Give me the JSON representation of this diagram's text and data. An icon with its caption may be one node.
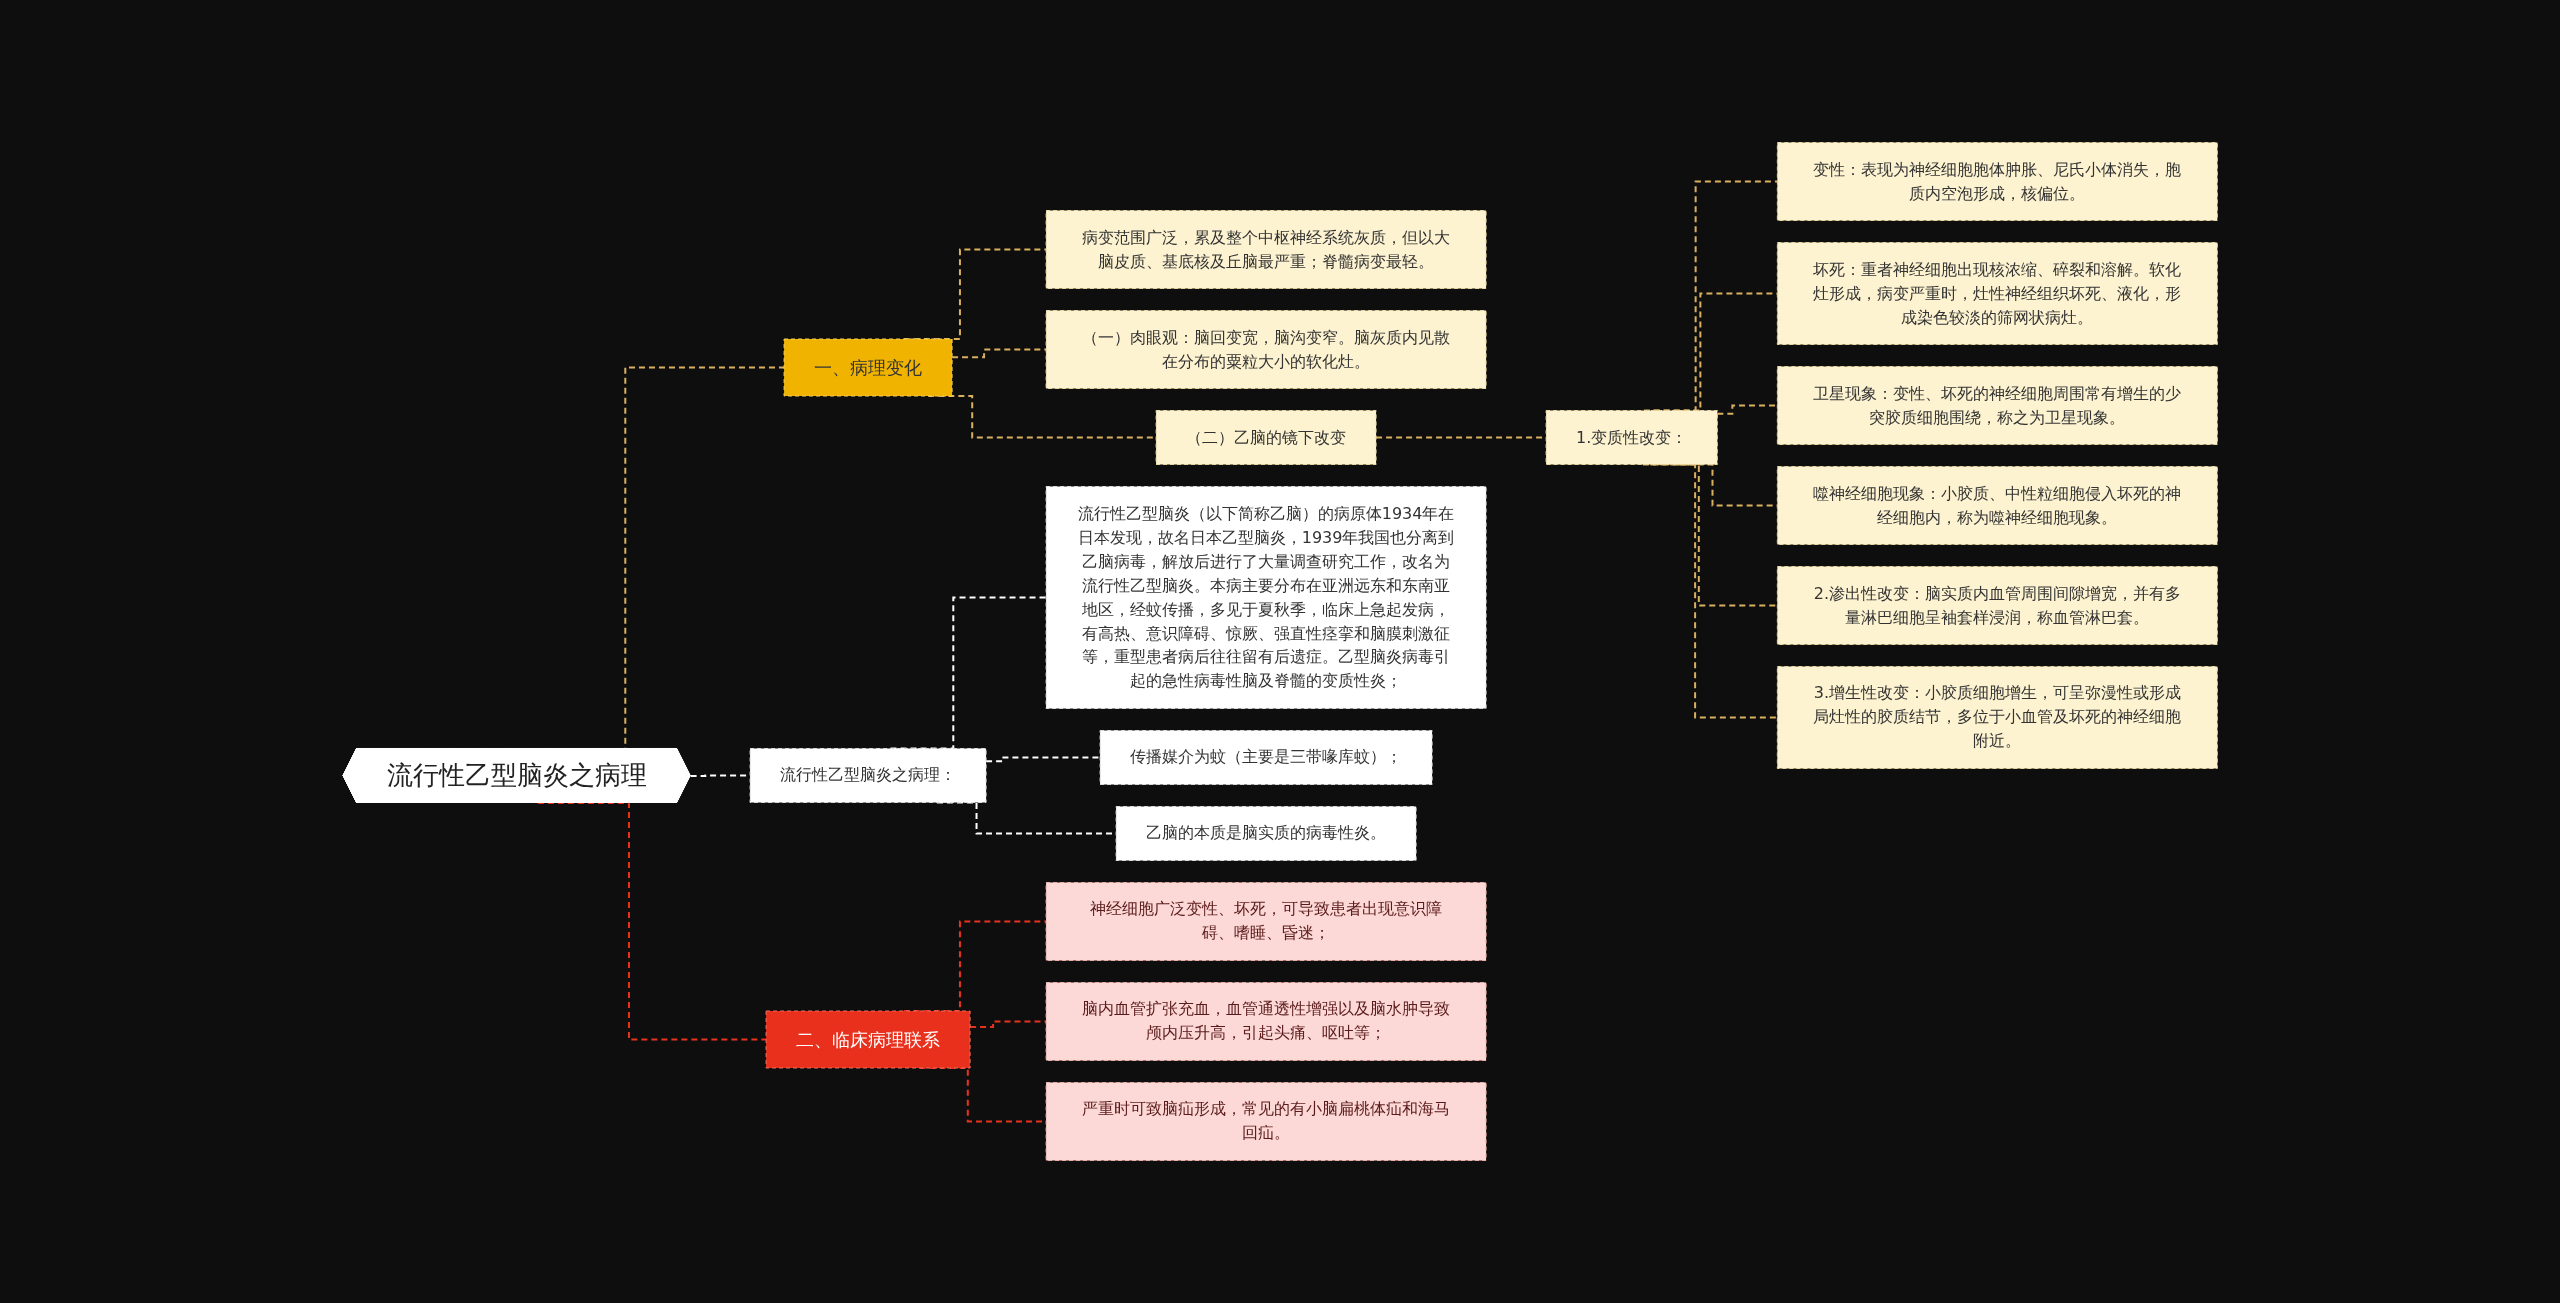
{
  "diagram": {
    "nodes": [
      {
        "text": [
          "流行性乙型脑炎之病理"
        ]
      },
      {
        "text": [
          "一、病理变化"
        ]
      },
      {
        "text": [
          "病变范围广泛，累及整个中枢神经系统灰质，但以大脑皮质、基底核及丘脑最严重；脊髓病变最轻。"
        ]
      },
      {
        "text": [
          "（一）肉眼观：脑回变宽，脑沟变窄。脑灰质内见散在分布的粟粒大小的软化灶。"
        ]
      },
      {
        "text": [
          "（二）乙脑的镜下改变"
        ]
      },
      {
        "text": [
          "1.变质性改变："
        ]
      },
      {
        "text": [
          "变性：表现为神经细胞胞体肿胀、尼氏小体消失，胞质内空泡形成，核偏位。"
        ]
      },
      {
        "text": [
          "坏死：重者神经细胞出现核浓缩、碎裂和溶解。软化灶形成，病变严重时，灶性神经组织坏死、液化，形成染色较淡的筛网状病灶。"
        ]
      },
      {
        "text": [
          "卫星现象：变性、坏死的神经细胞周围常有增生的少突胶质细胞围绕，称之为卫星现象。"
        ]
      },
      {
        "text": [
          "噬神经细胞现象：小胶质、中性粒细胞侵入坏死的神经细胞内，称为噬神经细胞现象。"
        ]
      },
      {
        "text": [
          "2.渗出性改变：脑实质内血管周围间隙增宽，并有多量淋巴细胞呈袖套样浸润，称血管淋巴套。"
        ]
      },
      {
        "text": [
          "3.增生性改变：小胶质细胞增生，可呈弥漫性或形成局灶性的胶质结节，多位于小血管及坏死的神经细胞附近。"
        ]
      },
      {
        "text": [
          "流行性乙型脑炎之病理："
        ]
      },
      {
        "text": [
          "流行性乙型脑炎（以下简称乙脑）的病原体1934年在日本发现，故名日本乙型脑炎，1939年我国也分离到乙脑病毒，解放后进行了大量调查研究工作，改名为流行性乙型脑炎。本病主要分布在亚洲远东和东南亚地区，经蚊传播，多见于夏秋季，临床上急起发病，有高热、意识障碍、惊厥、强直性痉挛和脑膜刺激征等，重型患者病后往往留有后遗症。乙型脑炎病毒引起的急性病毒性脑及脊髓的变质性炎；"
        ]
      },
      {
        "text": [
          "传播媒介为蚊（主要是三带喙库蚊）；"
        ]
      },
      {
        "text": [
          "乙脑的本质是脑实质的病毒性炎。"
        ]
      },
      {
        "text": [
          "二、临床病理联系"
        ]
      },
      {
        "text": [
          "神经细胞广泛变性、坏死，可导致患者出现意识障碍、嗜睡、昏迷；"
        ]
      },
      {
        "text": [
          "脑内血管扩张充血，血管通透性增强以及脑水肿导致颅内压升高，引起头痛、呕吐等；"
        ]
      },
      {
        "text": [
          "严重时可致脑疝形成，常见的有小脑扁桃体疝和海马回疝。"
        ]
      }
    ],
    "edges": [
      {
        "from": 0,
        "to": 1,
        "arrow": "none",
        "style": "dashed"
      },
      {
        "from": 1,
        "to": 2,
        "arrow": "none",
        "style": "dashed"
      },
      {
        "from": 1,
        "to": 3,
        "arrow": "none",
        "style": "dashed"
      },
      {
        "from": 1,
        "to": 4,
        "arrow": "none",
        "style": "dashed"
      },
      {
        "from": 4,
        "to": 5,
        "arrow": "none",
        "style": "dashed"
      },
      {
        "from": 5,
        "to": 6,
        "arrow": "none",
        "style": "dashed"
      },
      {
        "from": 5,
        "to": 7,
        "arrow": "none",
        "style": "dashed"
      },
      {
        "from": 5,
        "to": 8,
        "arrow": "none",
        "style": "dashed"
      },
      {
        "from": 5,
        "to": 9,
        "arrow": "none",
        "style": "dashed"
      },
      {
        "from": 5,
        "to": 10,
        "arrow": "none",
        "style": "dashed"
      },
      {
        "from": 5,
        "to": 11,
        "arrow": "none",
        "style": "dashed"
      },
      {
        "from": 0,
        "to": 12,
        "arrow": "none",
        "style": "dashed",
        "color": "#ffffff"
      },
      {
        "from": 12,
        "to": 13,
        "arrow": "none",
        "style": "dashed",
        "color": "#ffffff"
      },
      {
        "from": 12,
        "to": 14,
        "arrow": "none",
        "style": "dashed",
        "color": "#ffffff"
      },
      {
        "from": 12,
        "to": 15,
        "arrow": "none",
        "style": "dashed",
        "color": "#ffffff"
      },
      {
        "from": 0,
        "to": 16,
        "arrow": "none",
        "style": "dashed",
        "color": "#e8321e"
      },
      {
        "from": 16,
        "to": 17,
        "arrow": "none",
        "style": "dashed",
        "color": "#e8321e"
      },
      {
        "from": 16,
        "to": 18,
        "arrow": "none",
        "style": "dashed",
        "color": "#e8321e"
      },
      {
        "from": 16,
        "to": 19,
        "arrow": "none",
        "style": "dashed",
        "color": "#e8321e"
      }
    ]
  }
}
